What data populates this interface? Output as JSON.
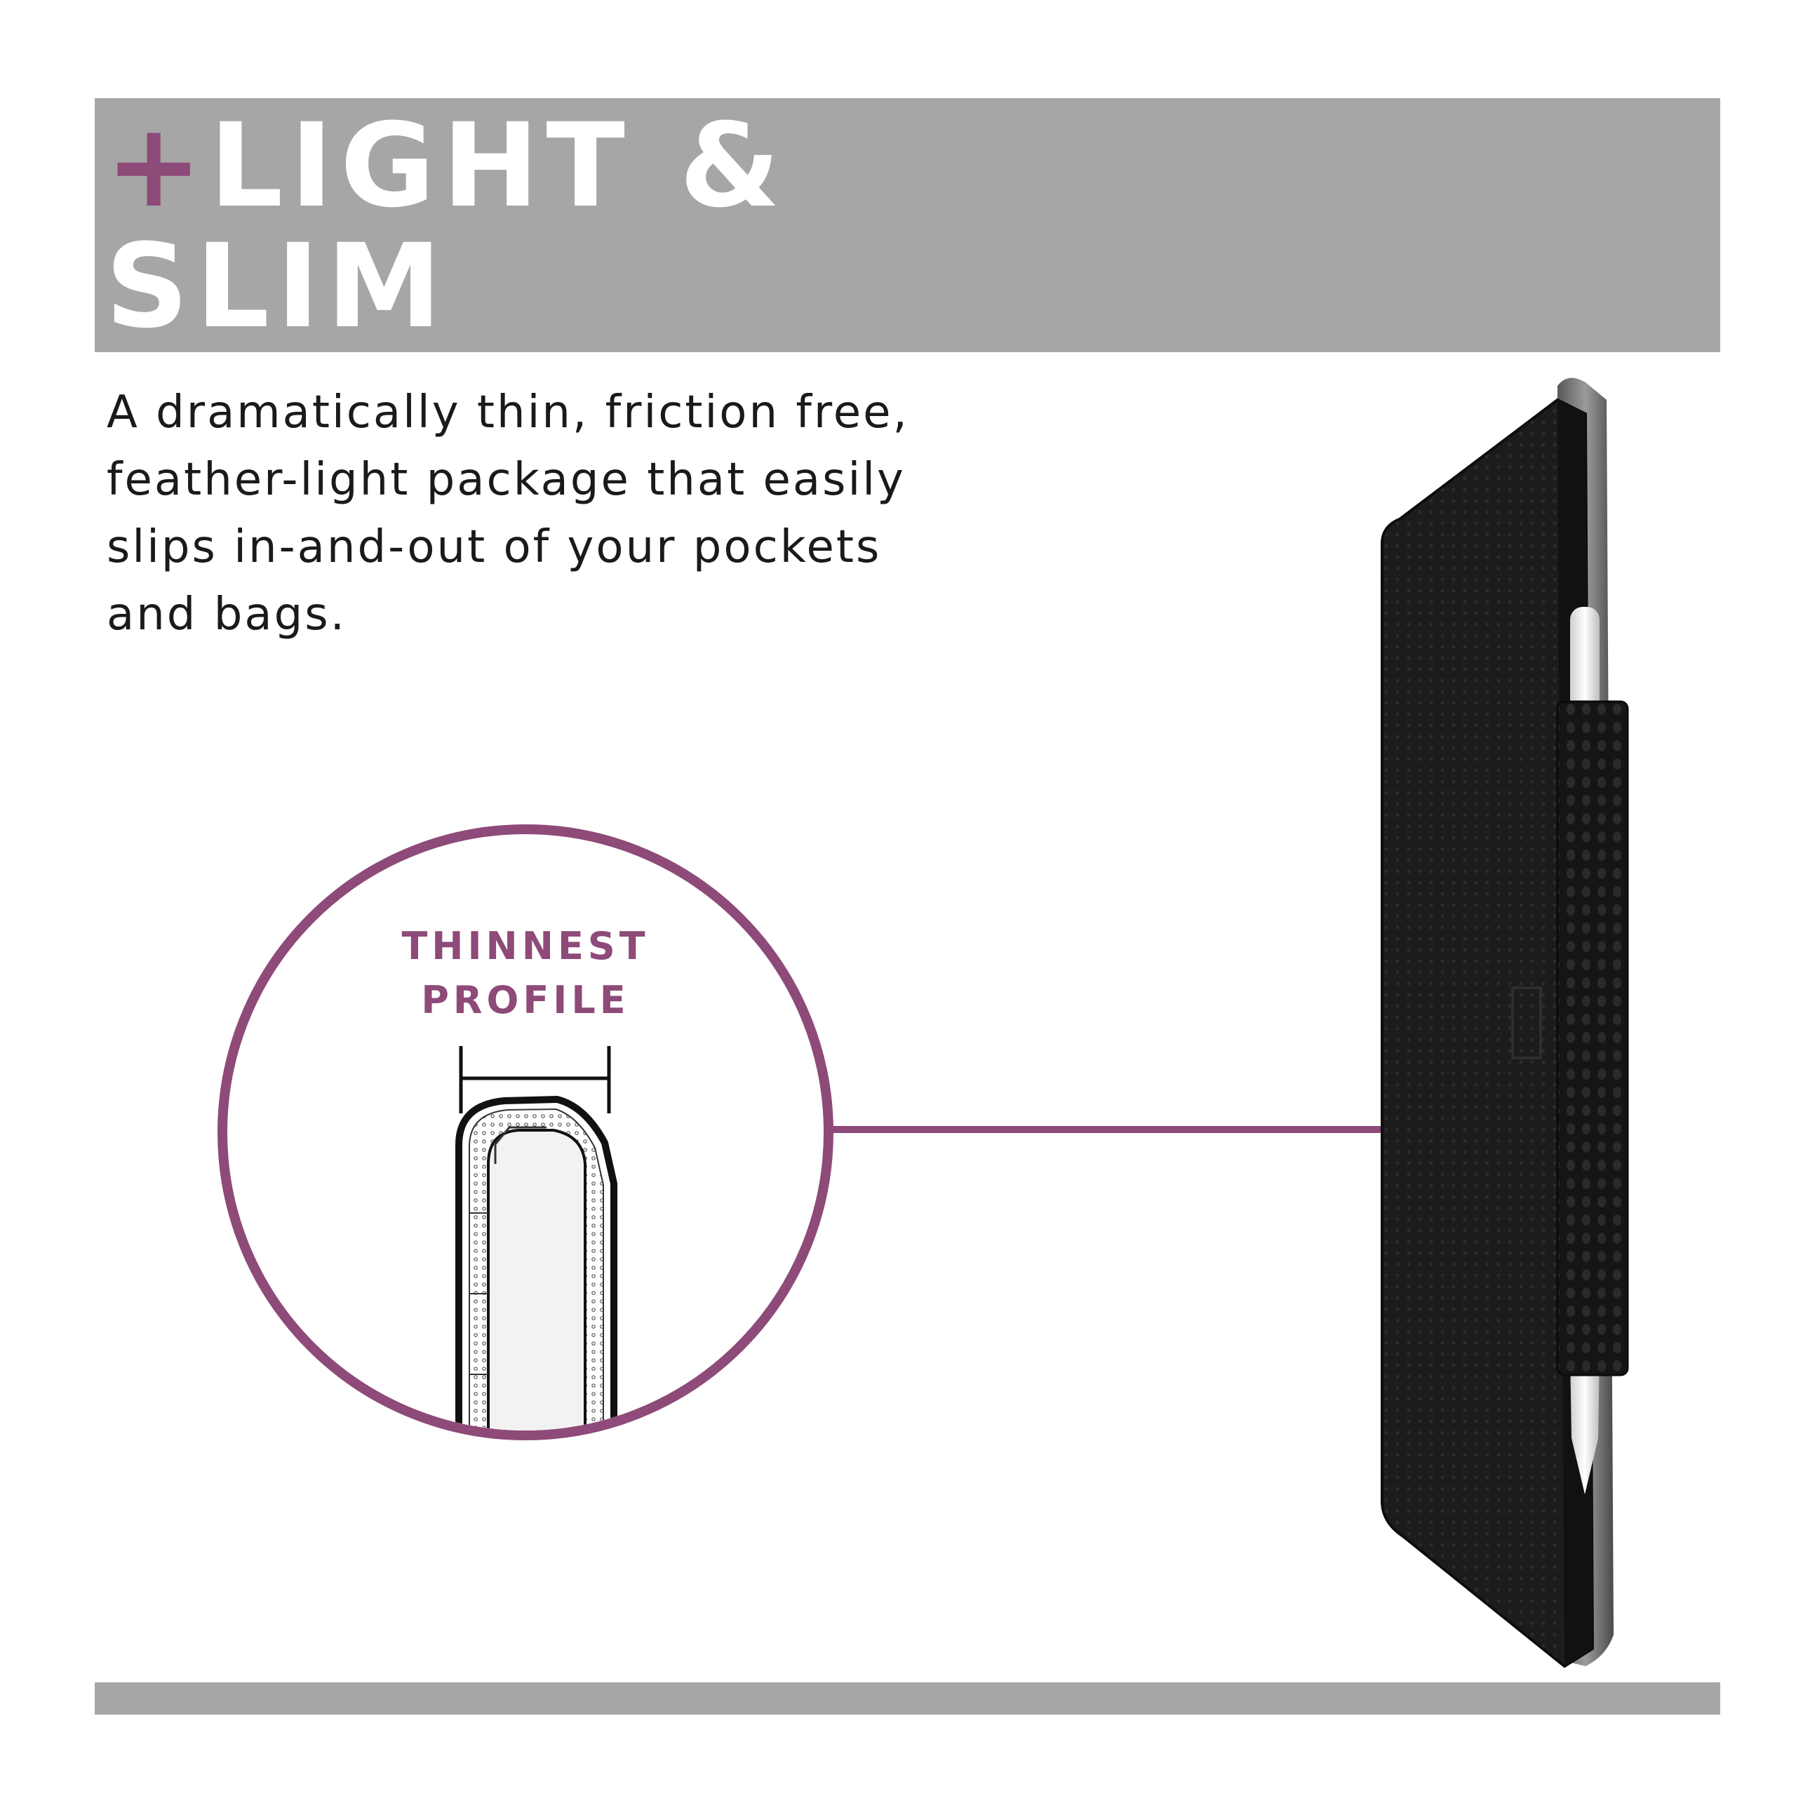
{
  "header": {
    "plus": "+",
    "line1": "LIGHT &",
    "line2": "SLIM"
  },
  "description": "A dramatically thin, friction free, feather-light package that easily slips in-and-out of your pockets and bags.",
  "callout": {
    "label_line1": "THINNEST",
    "label_line2": "PROFILE"
  },
  "colors": {
    "accent": "#8e4a78",
    "band": "#a6a6a6",
    "case": "#1c1c1c",
    "text": "#1a1a1a"
  }
}
